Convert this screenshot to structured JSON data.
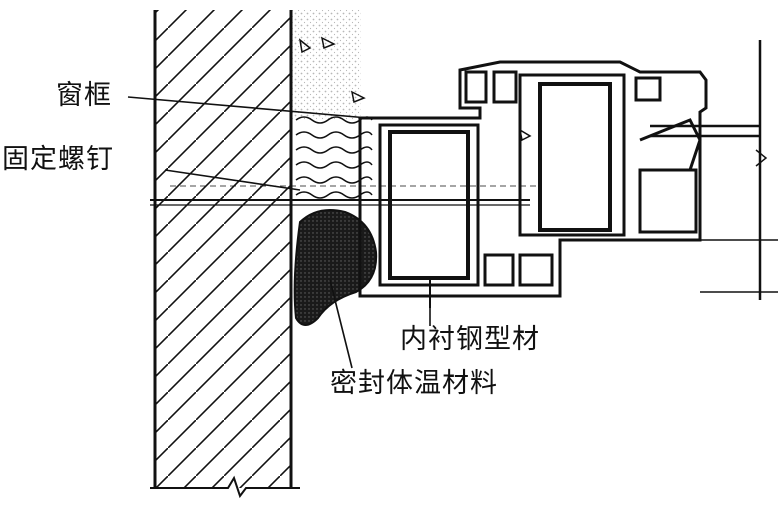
{
  "labels": {
    "window_frame": "窗框",
    "fixing_screw": "固定螺钉",
    "steel_reinforcement": "内衬钢型材",
    "sealing_insulation": "密封体温材料"
  },
  "colors": {
    "line": "#111111",
    "background": "#ffffff",
    "sealant_fill": "#1a1a1a"
  }
}
